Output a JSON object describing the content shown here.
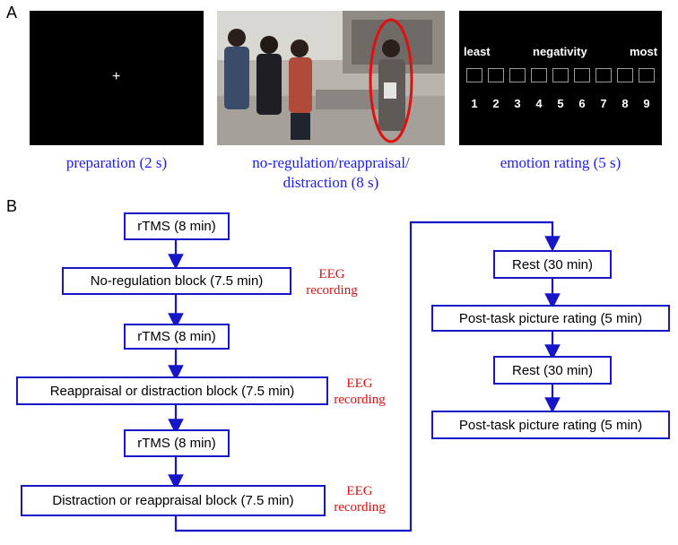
{
  "panel_a": {
    "label": "A",
    "preparation": {
      "symbol": "+",
      "caption": "preparation (2 s)"
    },
    "stimulus": {
      "caption_line1": "no-regulation/reappraisal/",
      "caption_line2": "distraction (8 s)"
    },
    "rating": {
      "left_word": "least",
      "center_word": "negativity",
      "right_word": "most",
      "scale": [
        "1",
        "2",
        "3",
        "4",
        "5",
        "6",
        "7",
        "8",
        "9"
      ],
      "caption": "emotion rating (5 s)"
    }
  },
  "panel_b": {
    "label": "B",
    "left_column": [
      {
        "id": "rtms1",
        "label": "rTMS (8 min)"
      },
      {
        "id": "noreg",
        "label": "No-regulation block (7.5 min)"
      },
      {
        "id": "rtms2",
        "label": "rTMS (8 min)"
      },
      {
        "id": "reapp",
        "label": "Reappraisal or distraction block (7.5 min)"
      },
      {
        "id": "rtms3",
        "label": "rTMS (8 min)"
      },
      {
        "id": "distr",
        "label": "Distraction or reappraisal block (7.5 min)"
      }
    ],
    "right_column": [
      {
        "id": "rest1",
        "label": "Rest (30 min)"
      },
      {
        "id": "post1",
        "label": "Post-task picture rating (5 min)"
      },
      {
        "id": "rest2",
        "label": "Rest (30 min)"
      },
      {
        "id": "post2",
        "label": "Post-task picture rating (5 min)"
      }
    ],
    "eeg_line1": "EEG",
    "eeg_line2": "recording"
  },
  "colors": {
    "box_border": "#1616c8",
    "caption": "#1a1aff",
    "eeg": "#e01010",
    "oval": "#e01010"
  }
}
